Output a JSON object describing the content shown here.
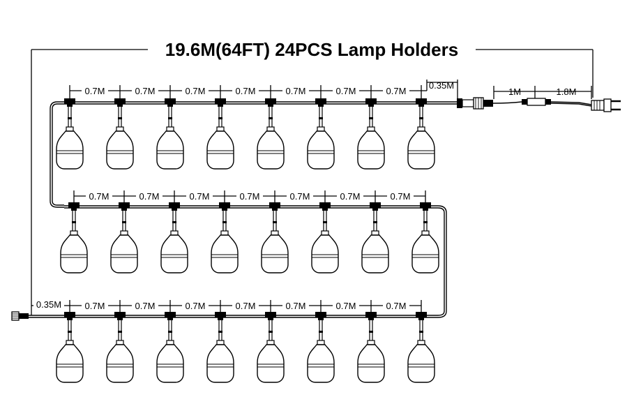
{
  "title": "19.6M(64FT) 24PCS Lamp Holders",
  "rows": [
    {
      "id": "top",
      "spacing_labels": [
        "0.7M",
        "0.7M",
        "0.7M",
        "0.7M",
        "0.7M",
        "0.7M",
        "0.7M"
      ],
      "end_label": "0.35M",
      "bulbs": 8
    },
    {
      "id": "middle",
      "spacing_labels": [
        "0.7M",
        "0.7M",
        "0.7M",
        "0.7M",
        "0.7M",
        "0.7M",
        "0.7M"
      ],
      "end_label": "",
      "bulbs": 8
    },
    {
      "id": "bottom",
      "spacing_labels": [
        "0.7M",
        "0.7M",
        "0.7M",
        "0.7M",
        "0.7M",
        "0.7M",
        "0.7M"
      ],
      "start_label": "0.35M",
      "bulbs": 8
    }
  ],
  "lead": {
    "connector_label": "1M",
    "plug_label": "1.8M"
  },
  "icons": {
    "bulb": "edison-bulb-icon",
    "plug": "plug-icon",
    "connector": "connector-icon"
  }
}
